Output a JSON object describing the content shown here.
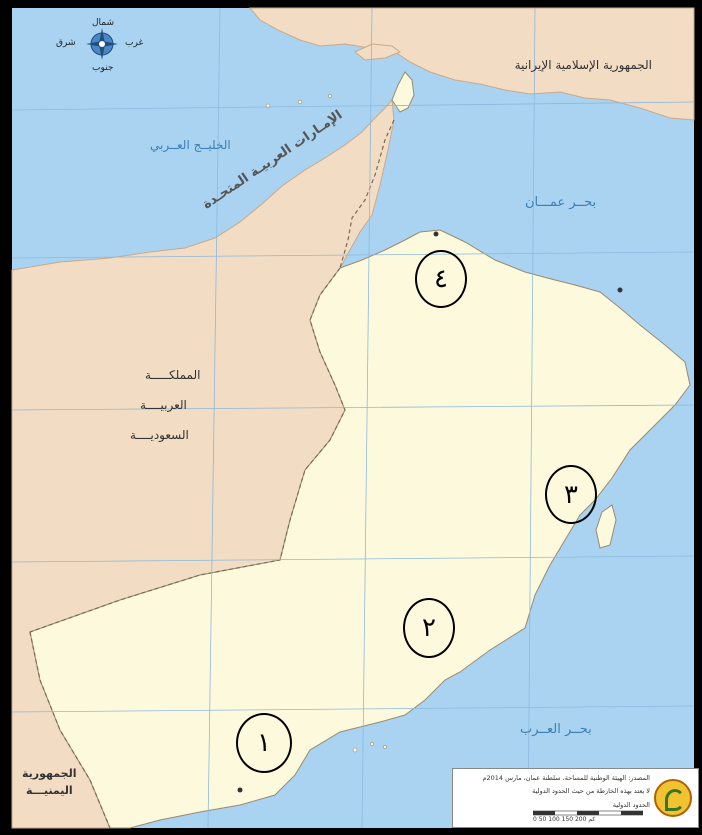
{
  "labels": {
    "iran": "الجمهورية الإسلامية الإيرانية",
    "arabian_gulf": "الخليــج العــربي",
    "uae": "الإمـارات العربيـة المتحـدة",
    "sea_of_oman": "بحــر عمـــان",
    "saudi_line1": "المملكـــــة",
    "saudi_line2": "العربيــــة",
    "saudi_line3": "السعوديــــة",
    "yemen_line1": "الجمهورية",
    "yemen_line2": "اليمنيـــة",
    "arabian_sea": "بحــر العــرب"
  },
  "compass": {
    "north": "شمال",
    "south": "جنوب",
    "east": "شرق",
    "west": "غرب"
  },
  "markers": [
    {
      "id": "1",
      "label": "١"
    },
    {
      "id": "2",
      "label": "٢"
    },
    {
      "id": "3",
      "label": "٣"
    },
    {
      "id": "4",
      "label": "٤"
    }
  ],
  "legend": {
    "note1": "المصدر: الهيئة الوطنية للمساحة، سلطنة عمان، مارس 2014م",
    "note2": "لا يعتد بهذه الخارطة من حيث الحدود الدولية",
    "note3": "الحدود الدولية",
    "scale": "0    50    100    150    200 كم"
  },
  "colors": {
    "sea": "#a9d3f0",
    "oman_land": "#fdf9dc",
    "neighbor_land": "#f2dcc3",
    "grid": "#8cb9dd",
    "border": "#7a6a55"
  }
}
